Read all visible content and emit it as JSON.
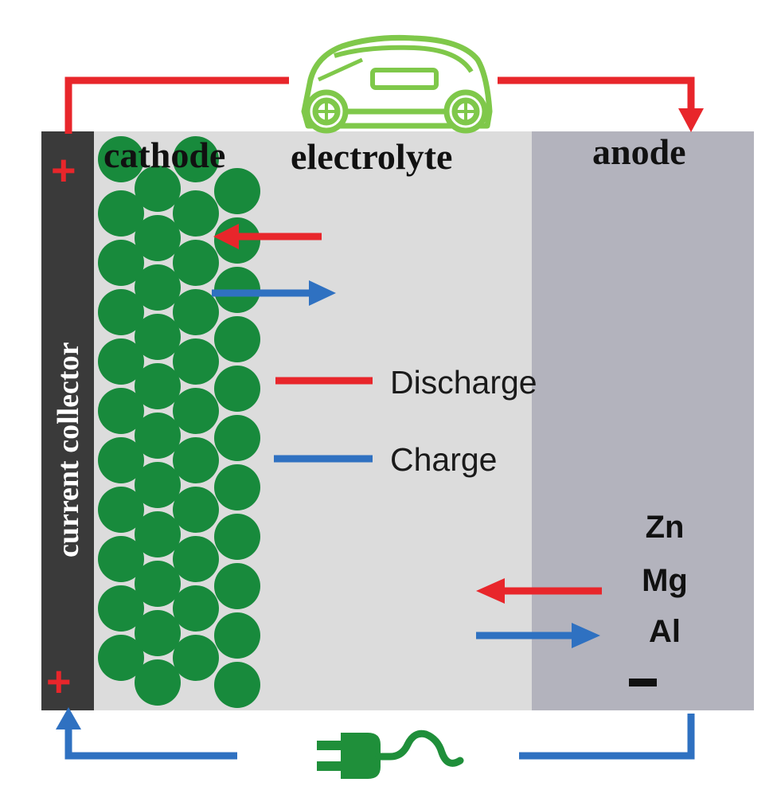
{
  "labels": {
    "current_collector": "current collector",
    "cathode": "cathode",
    "electrolyte": "electrolyte",
    "anode": "anode",
    "discharge": "Discharge",
    "charge": "Charge",
    "metal_1": "Zn",
    "metal_2": "Mg",
    "metal_3": "Al",
    "plus_top": "+",
    "plus_bottom": "+",
    "minus": "−"
  },
  "colors": {
    "discharge": "#e8262b",
    "charge": "#2f71c1",
    "particle": "#188a3c",
    "collector": "#3a3a3a",
    "electrolyte": "#dcdcdc",
    "anode": "#b3b3bd",
    "car": "#7fc84a",
    "plug": "#1f8f3a"
  },
  "icons": {
    "vehicle": "electric-car-icon",
    "charger": "plug-icon"
  }
}
